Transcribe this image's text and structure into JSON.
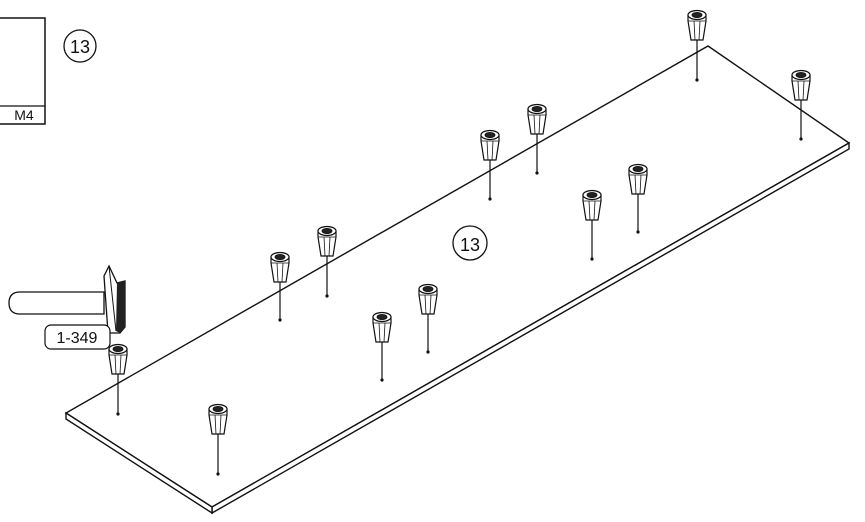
{
  "step": {
    "number_label": "13"
  },
  "panel": {
    "part_number_label": "13"
  },
  "inset": {
    "hardware_label": "M4"
  },
  "tool": {
    "code_label": "1-349"
  },
  "colors": {
    "line": "#111111",
    "fill": "#ffffff"
  }
}
